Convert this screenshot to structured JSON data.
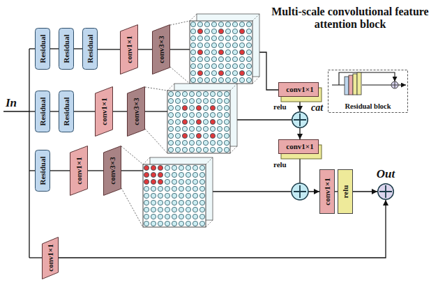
{
  "diagram": {
    "title": "Multi-scale convolutional feature attention block",
    "nodes": [
      {
        "text": [
          "Residual"
        ]
      },
      {
        "text": [
          "Residual"
        ]
      },
      {
        "text": [
          "Residual"
        ]
      },
      {
        "text": [
          "conv1×1"
        ]
      },
      {
        "text": [
          "conv3×3"
        ]
      },
      {
        "text": [
          "Residual"
        ]
      },
      {
        "text": [
          "Residual"
        ]
      },
      {
        "text": [
          "conv1×1"
        ]
      },
      {
        "text": [
          "conv3×3"
        ]
      },
      {
        "text": [
          "Residual"
        ]
      },
      {
        "text": [
          "conv1×1"
        ]
      },
      {
        "text": [
          "conv3×3"
        ]
      },
      {
        "text": [
          "conv1×1"
        ]
      },
      {
        "text": [
          "conv1×1"
        ]
      },
      {
        "text": [
          "cat"
        ]
      },
      {
        "text": [
          "conv1×1"
        ]
      },
      {
        "text": [
          "conv1×1"
        ]
      },
      {
        "text": [
          "relu"
        ]
      },
      {
        "text": [
          "Out"
        ]
      },
      {
        "text": [
          "Residual block"
        ]
      }
    ],
    "edges": [
      {
        "from": 0,
        "to": 1,
        "arrow": "none"
      },
      {
        "from": 1,
        "to": 2,
        "arrow": "none"
      },
      {
        "from": 2,
        "to": 3,
        "arrow": "none"
      },
      {
        "from": 3,
        "to": 4,
        "arrow": "none"
      },
      {
        "from": 5,
        "to": 6,
        "arrow": "none"
      },
      {
        "from": 6,
        "to": 7,
        "arrow": "none"
      },
      {
        "from": 7,
        "to": 8,
        "arrow": "none"
      },
      {
        "from": 9,
        "to": 10,
        "arrow": "none"
      },
      {
        "from": 10,
        "to": 11,
        "arrow": "none"
      },
      {
        "from": 13,
        "to": 14,
        "arrow": "to"
      },
      {
        "from": 14,
        "to": 15,
        "arrow": "to"
      },
      {
        "from": 15,
        "to": 16,
        "arrow": "to"
      },
      {
        "from": 16,
        "to": 17,
        "arrow": "none"
      },
      {
        "from": 17,
        "to": 18,
        "arrow": "to"
      },
      {
        "from": 12,
        "to": 18,
        "arrow": "to"
      }
    ],
    "labels": [
      "In",
      "relu",
      "relu"
    ]
  }
}
